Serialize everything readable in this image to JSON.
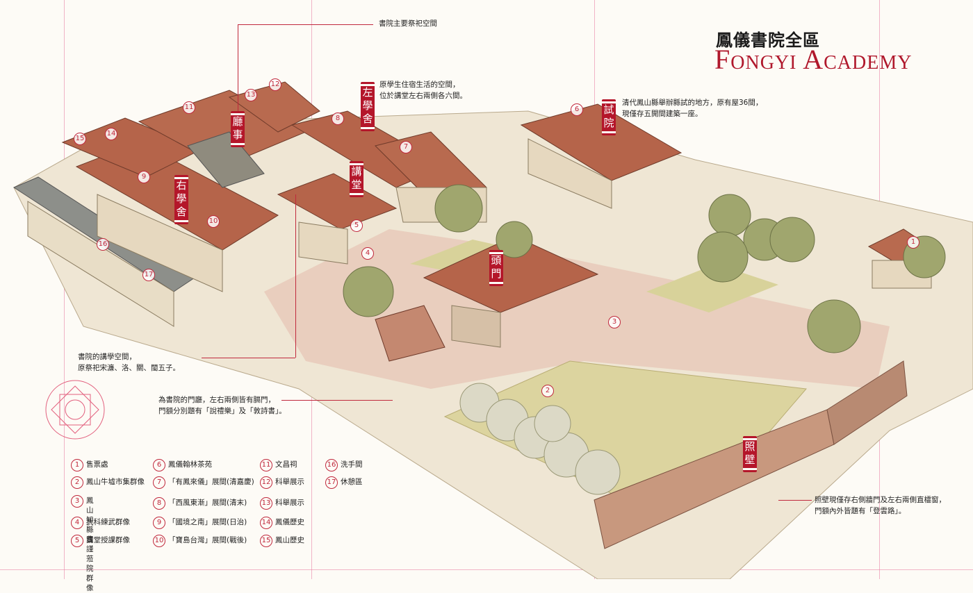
{
  "title": {
    "zh": "鳳儀書院全區",
    "en": "Fongyi Academy"
  },
  "building_labels": {
    "tingshi": "廳事",
    "zuoxueshe": "左學舍",
    "youxueshe": "右學舍",
    "jiangtang": "講堂",
    "toumen": "頭門",
    "shiyuan": "試院",
    "zhaobi": "照壁"
  },
  "annotations": {
    "worship_space": "書院主要祭祀空間",
    "dorm_line1": "原學生住宿生活的空間，",
    "dorm_line2": "位於講堂左右兩側各六間。",
    "exam_line1": "清代鳳山縣舉辦縣試的地方，原有屋36間，",
    "exam_line2": "現僅存五開間建築一座。",
    "lecture_line1": "書院的講學空間，",
    "lecture_line2": "原祭祀宋濂、洛、關、閩五子。",
    "gate_line1": "為書院的門廳，左右兩側皆有膈門，",
    "gate_line2": "門額分別題有「說禮樂」及「敦詩書」。",
    "wall_line1": "照壁現僅存右側牆門及左右兩側直櫺窗，",
    "wall_line2": "門額內外皆題有「登雲路」。"
  },
  "map_markers": [
    "1",
    "2",
    "3",
    "4",
    "5",
    "6",
    "7",
    "8",
    "9",
    "10",
    "11",
    "12",
    "13",
    "14",
    "15",
    "16",
    "17"
  ],
  "legend": [
    {
      "num": "1",
      "label": "售票處"
    },
    {
      "num": "2",
      "label": "鳳山牛墟市集群像"
    },
    {
      "num": "3",
      "label": "鳳山知縣曹謹\n蒞院群像"
    },
    {
      "num": "4",
      "label": "武科練武群像"
    },
    {
      "num": "5",
      "label": "講堂授課群像"
    },
    {
      "num": "6",
      "label": "鳳儀翰林茶苑"
    },
    {
      "num": "7",
      "label": "「有鳳來儀」展間(清嘉慶)"
    },
    {
      "num": "8",
      "label": "「西風東漸」展間(清末)"
    },
    {
      "num": "9",
      "label": "「國境之南」展間(日治)"
    },
    {
      "num": "10",
      "label": "「寶島台灣」展間(戰後)"
    },
    {
      "num": "11",
      "label": "文昌祠"
    },
    {
      "num": "12",
      "label": "科舉展示"
    },
    {
      "num": "13",
      "label": "科舉展示"
    },
    {
      "num": "14",
      "label": "鳳儀歷史"
    },
    {
      "num": "15",
      "label": "鳳山歷史"
    },
    {
      "num": "16",
      "label": "洗手間"
    },
    {
      "num": "17",
      "label": "休憩區"
    }
  ],
  "colors": {
    "accent": "#b4162a",
    "roof": "#b5644a",
    "wall": "#e6d8bf",
    "lawn": "#d8d29a",
    "tree": "#9aa06a"
  }
}
